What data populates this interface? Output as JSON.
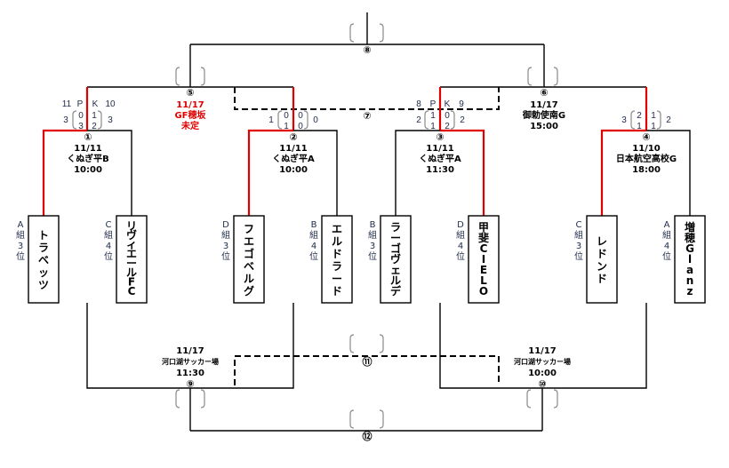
{
  "colors": {
    "line": "#000000",
    "winner_line": "#e00000",
    "score_text": "#1f2a4a",
    "paren": "#8a8a8a"
  },
  "teams": [
    {
      "name": "トラベッツ",
      "group": "A",
      "group_word": "組",
      "rank": "3",
      "rank_word": "位"
    },
    {
      "name": "リヴィエールFC",
      "group": "C",
      "group_word": "組",
      "rank": "4",
      "rank_word": "位"
    },
    {
      "name": "フエゴベルグ",
      "group": "D",
      "group_word": "組",
      "rank": "3",
      "rank_word": "位"
    },
    {
      "name": "エルドラード",
      "group": "B",
      "group_word": "組",
      "rank": "4",
      "rank_word": "位"
    },
    {
      "name": "ラーゴヴェルデ",
      "group": "B",
      "group_word": "組",
      "rank": "3",
      "rank_word": "位"
    },
    {
      "name": "甲斐CIELO",
      "group": "D",
      "group_word": "組",
      "rank": "4",
      "rank_word": "位"
    },
    {
      "name": "レドンド",
      "group": "C",
      "group_word": "組",
      "rank": "3",
      "rank_word": "位"
    },
    {
      "name": "増穂Glanz",
      "group": "A",
      "group_word": "組",
      "rank": "4",
      "rank_word": "位"
    }
  ],
  "matches": {
    "m1": {
      "number": "①",
      "date": "11/11",
      "venue": "くぬぎ平B",
      "time": "10:00",
      "pk_label_p": "P",
      "pk_label_k": "K",
      "pk_left": "11",
      "pk_right": "10",
      "total_left": "3",
      "total_right": "3",
      "half1_left": "0",
      "half2_left": "3",
      "half1_right": "1",
      "half2_right": "2"
    },
    "m2": {
      "number": "②",
      "date": "11/11",
      "venue": "くぬぎ平A",
      "time": "10:00",
      "total_left": "1",
      "total_right": "0",
      "half1_left": "0",
      "half2_left": "1",
      "half1_right": "0",
      "half2_right": "0"
    },
    "m3": {
      "number": "③",
      "date": "11/11",
      "venue": "くぬぎ平A",
      "time": "11:30",
      "pk_label_p": "P",
      "pk_label_k": "K",
      "pk_left": "8",
      "pk_right": "9",
      "total_left": "2",
      "total_right": "2",
      "half1_left": "1",
      "half2_left": "1",
      "half1_right": "0",
      "half2_right": "2"
    },
    "m4": {
      "number": "④",
      "date": "11/10",
      "venue": "日本航空高校G",
      "time": "18:00",
      "total_left": "3",
      "total_right": "2",
      "half1_left": "2",
      "half2_left": "1",
      "half1_right": "1",
      "half2_right": "1"
    },
    "m5": {
      "number": "⑤",
      "date": "11/17",
      "venue": "GF穂坂",
      "time": "未定"
    },
    "m6": {
      "number": "⑥",
      "date": "11/17",
      "venue": "御勅使南G",
      "time": "15:00"
    },
    "m7": {
      "number": "⑦"
    },
    "m8": {
      "number": "⑧"
    },
    "m9": {
      "number": "⑨",
      "date": "11/17",
      "venue": "河口湖サッカー場",
      "time": "11:30"
    },
    "m10": {
      "number": "⑩",
      "date": "11/17",
      "venue": "河口湖サッカー場",
      "time": "10:00"
    },
    "m11": {
      "number": "⑪"
    },
    "m12": {
      "number": "⑫"
    }
  }
}
